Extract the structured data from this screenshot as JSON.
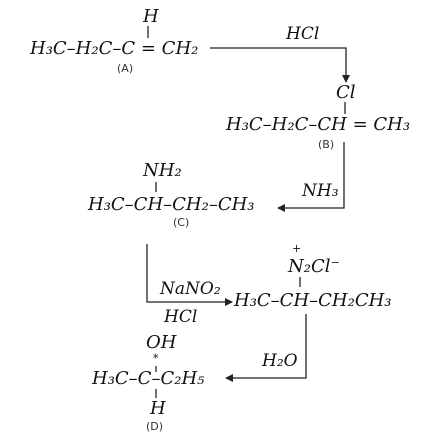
{
  "compounds": {
    "a": {
      "h_top": "H",
      "formula": "H₃C–H₂C–C = CH₂",
      "label": "(A)"
    },
    "b": {
      "cl_top": "Cl",
      "formula": "H₃C–H₂C–CH = CH₃",
      "label": "(B)"
    },
    "c": {
      "nh2_top": "NH₂",
      "formula": "H₃C–CH–CH₂–CH₃",
      "label": "(C)"
    },
    "diazo": {
      "plus": "+",
      "n2cl_top": "N₂Cl⁻",
      "formula": "H₃C–CH–CH₂CH₃"
    },
    "d": {
      "oh_top": "OH",
      "star": "*",
      "formula": "H₃C–C–C₂H₅",
      "h_bottom": "H",
      "label": "(D)"
    }
  },
  "reagents": {
    "hcl": "HCl",
    "nh3": "NH₃",
    "nano2": "NaNO₂",
    "hcl_2": "HCl",
    "h2o": "H₂O"
  }
}
